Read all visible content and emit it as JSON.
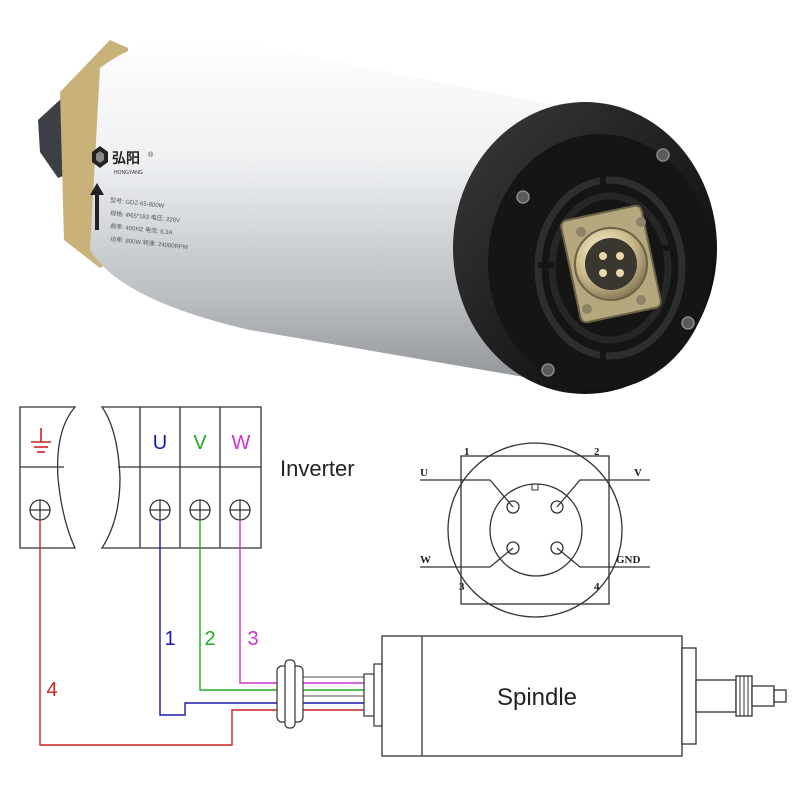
{
  "product": {
    "brand_cn": "弘阳",
    "brand_en": "HONGYANG",
    "label_lines": [
      "型号: GDZ-65-800W",
      "规格: Φ65*183 电压: 220V",
      "频率: 400HZ 电流: 6.3A",
      "功率: 800W 转速: 24000RPM"
    ]
  },
  "wiring": {
    "inverter_label": "Inverter",
    "spindle_label": "Spindle",
    "terminals": [
      {
        "label": "U",
        "color": "#1a1aaa"
      },
      {
        "label": "V",
        "color": "#22aa22"
      },
      {
        "label": "W",
        "color": "#cc33cc"
      }
    ],
    "ground_color": "#cc2222",
    "wires": [
      {
        "number": "1",
        "color": "#1a1aaa"
      },
      {
        "number": "2",
        "color": "#22aa22"
      },
      {
        "number": "3",
        "color": "#cc33cc"
      },
      {
        "number": "4",
        "color": "#cc2222"
      }
    ]
  },
  "connector": {
    "pin_numbers": [
      "1",
      "2",
      "3",
      "4"
    ],
    "signals": [
      "U",
      "V",
      "W",
      "GND"
    ]
  }
}
